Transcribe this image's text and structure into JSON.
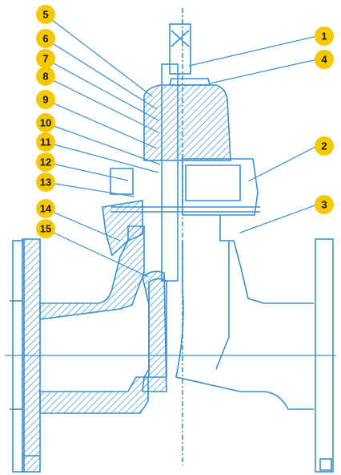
{
  "diagram": {
    "style": {
      "line": "#3a8fd0",
      "hatch": "#3a8fd0",
      "leader": "#3a8fd0",
      "badge": "#f5c800",
      "badge_text": "#1a1a1a",
      "background": "#ffffff"
    },
    "callouts": [
      {
        "id": "c1",
        "label": "1"
      },
      {
        "id": "c2",
        "label": "2"
      },
      {
        "id": "c3",
        "label": "3"
      },
      {
        "id": "c4",
        "label": "4"
      },
      {
        "id": "c5",
        "label": "5"
      },
      {
        "id": "c6",
        "label": "6"
      },
      {
        "id": "c7",
        "label": "7"
      },
      {
        "id": "c8",
        "label": "8"
      },
      {
        "id": "c9",
        "label": "9"
      },
      {
        "id": "c10",
        "label": "10"
      },
      {
        "id": "c11",
        "label": "11"
      },
      {
        "id": "c12",
        "label": "12"
      },
      {
        "id": "c13",
        "label": "13"
      },
      {
        "id": "c14",
        "label": "14"
      },
      {
        "id": "c15",
        "label": "15"
      }
    ]
  }
}
